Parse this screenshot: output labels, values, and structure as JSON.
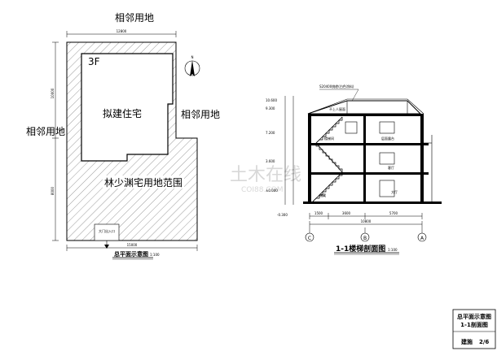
{
  "site_plan": {
    "neighbor_top": "相邻用地",
    "neighbor_left": "相邻用地",
    "neighbor_right": "相邻用地",
    "floors": "3F",
    "building": "拟建住宅",
    "site_range": "林少渊宅用地范围",
    "entrance": "大门出入口",
    "north": "N",
    "caption": "总平面示意图",
    "scale": "1:100",
    "dim_top": "12800",
    "dim_bottom": "15000",
    "dim_left_upper": "10000",
    "dim_left_lower": "8000"
  },
  "section": {
    "caption": "1-1楼梯剖面图",
    "scale": "1:100",
    "axes": [
      "C",
      "B",
      "A"
    ],
    "dim_total": "10800",
    "dim_parts": [
      "1500",
      "3600",
      "5700"
    ],
    "level_labels": [
      "10.600",
      "9.300",
      "7.200",
      "3.600",
      "±0.000",
      "-0.300"
    ],
    "room_labels": [
      "不上人屋面",
      "层面露台",
      "客厅",
      "大厅",
      "楼梯间",
      "储藏"
    ],
    "roof_note": "S20400挑檐(白色涂料)"
  },
  "title_block": {
    "title1": "总平面示意图",
    "title2": "1-1剖面图",
    "sheet_prefix": "建施",
    "sheet_no": "2/6"
  },
  "watermark": {
    "cn": "土木在线",
    "en": "COI88.COM"
  }
}
